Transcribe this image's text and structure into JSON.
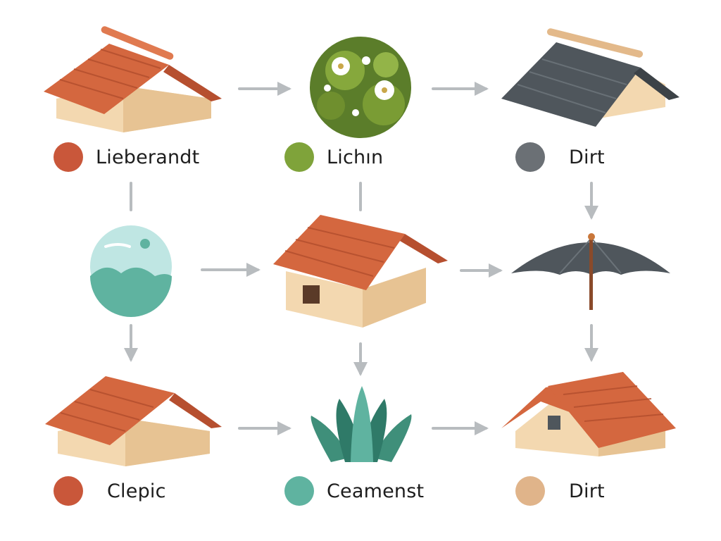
{
  "legend": [
    {
      "label": "Lieberandt",
      "color": "#c9573a"
    },
    {
      "label": "Lichın",
      "color": "#7fa33a"
    },
    {
      "label": "Dirt",
      "color": "#6b7075"
    },
    {
      "label": "Clepic",
      "color": "#c9573a"
    },
    {
      "label": "Ceamenst",
      "color": "#5fb3a0"
    },
    {
      "label": "Dirt",
      "color": "#e0b48a"
    }
  ],
  "nodes": [
    {
      "icon": "terracotta-roof-house-icon"
    },
    {
      "icon": "lichen-moss-ball-icon"
    },
    {
      "icon": "slate-roof-house-icon"
    },
    {
      "icon": "sky-globe-icon"
    },
    {
      "icon": "tiled-house-with-window-icon"
    },
    {
      "icon": "umbrella-icon"
    },
    {
      "icon": "terracotta-roof-house-icon"
    },
    {
      "icon": "succulent-plant-icon"
    },
    {
      "icon": "tiled-house-small-window-icon"
    }
  ],
  "colors": {
    "arrow": "#b8bcbf",
    "terracotta": "#d4673f",
    "wall": "#f3d8b0",
    "slate": "#4f565c"
  }
}
